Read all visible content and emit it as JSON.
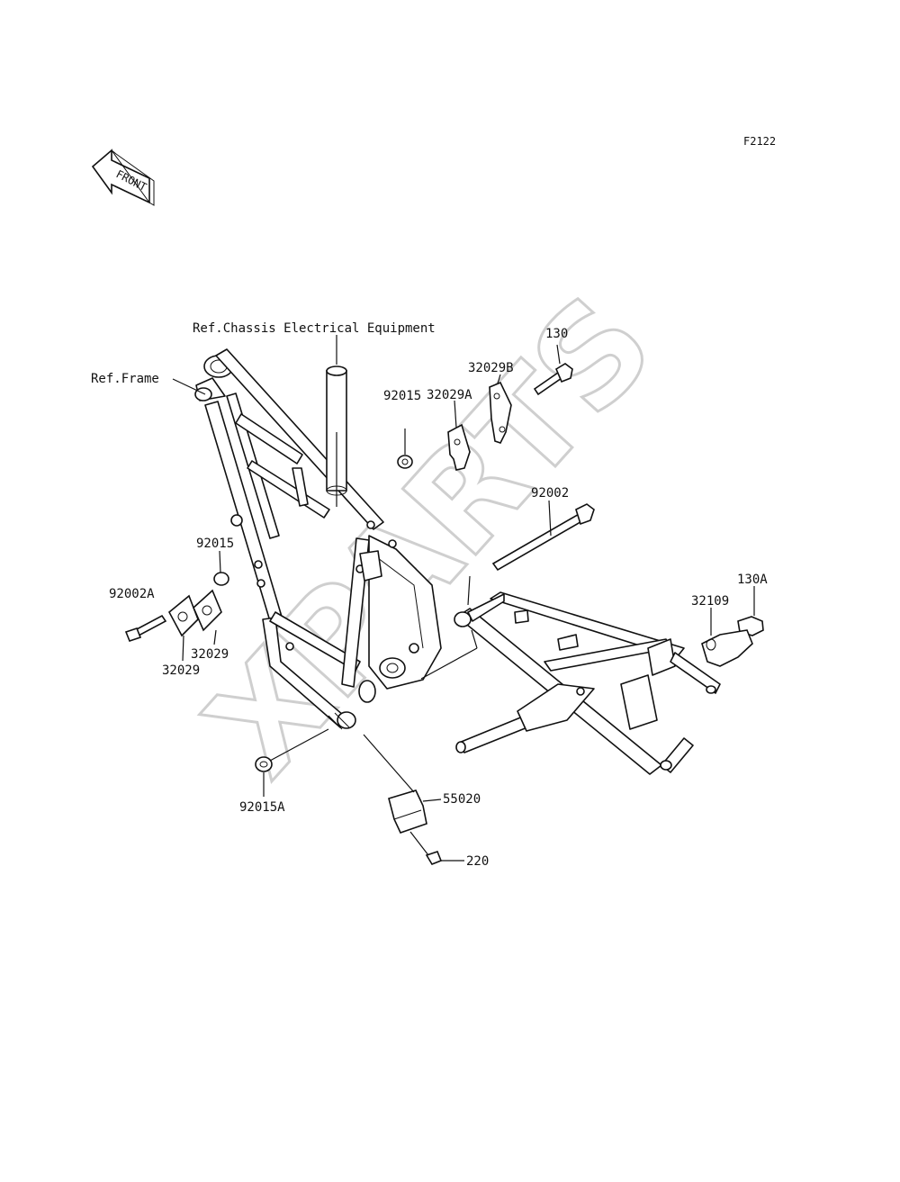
{
  "figure_code": "F2122",
  "front_badge": "FRONT",
  "watermark": "XPARTS",
  "refs": {
    "chassis_electrical": "Ref.Chassis Electrical Equipment",
    "frame": "Ref.Frame"
  },
  "parts": {
    "p130": "130",
    "p32029B": "32029B",
    "p32029A": "32029A",
    "p92015_top": "92015",
    "p92002": "92002",
    "p130A": "130A",
    "p32109": "32109",
    "p92015_mid": "92015",
    "p92002A": "92002A",
    "p32029_right": "32029",
    "p32029_left": "32029",
    "p92015A": "92015A",
    "p55020": "55020",
    "p220": "220"
  }
}
